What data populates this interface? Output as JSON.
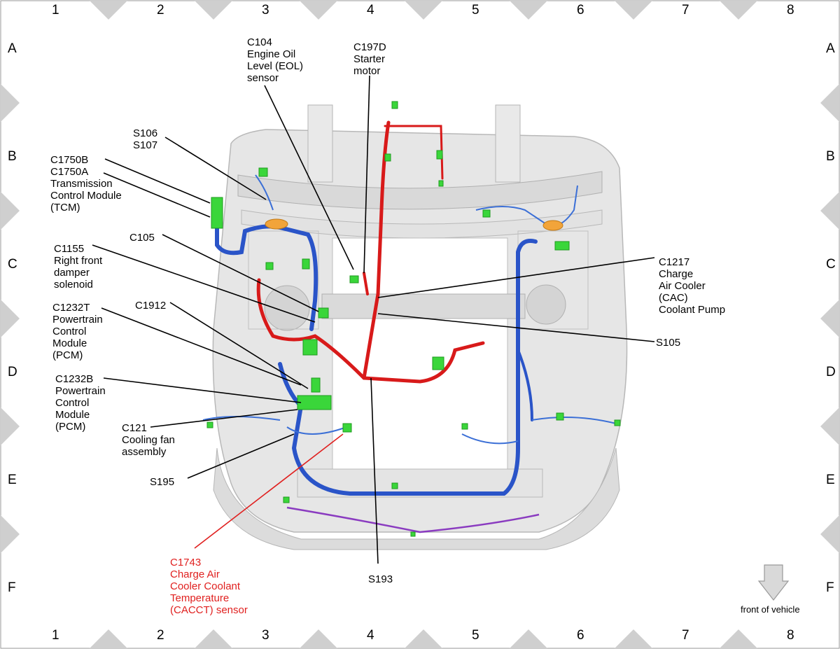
{
  "grid": {
    "columns": [
      "1",
      "2",
      "3",
      "4",
      "5",
      "6",
      "7",
      "8"
    ],
    "rows": [
      "A",
      "B",
      "C",
      "D",
      "E",
      "F"
    ]
  },
  "labels": [
    {
      "id": "c104",
      "text": "C104\nEngine Oil\nLevel (EOL)\nsensor"
    },
    {
      "id": "c197d",
      "text": "C197D\nStarter\nmotor"
    },
    {
      "id": "s106",
      "text": "S106\nS107"
    },
    {
      "id": "c1750",
      "text": "C1750B\nC1750A\nTransmission\nControl Module\n(TCM)"
    },
    {
      "id": "c105",
      "text": "C105"
    },
    {
      "id": "c1155",
      "text": "C1155\nRight front\ndamper\nsolenoid"
    },
    {
      "id": "c1232t",
      "text": "C1232T\nPowertrain\nControl\nModule\n(PCM)"
    },
    {
      "id": "c1912",
      "text": "C1912"
    },
    {
      "id": "c1232b",
      "text": "C1232B\nPowertrain\nControl\nModule\n(PCM)"
    },
    {
      "id": "c121",
      "text": "C121\nCooling fan\nassembly"
    },
    {
      "id": "s195",
      "text": "S195"
    },
    {
      "id": "c1743",
      "text": "C1743\nCharge Air\nCooler Coolant\nTemperature\n(CACCT) sensor"
    },
    {
      "id": "s193",
      "text": "S193"
    },
    {
      "id": "c1217",
      "text": "C1217\nCharge\nAir Cooler\n(CAC)\nCoolant Pump"
    },
    {
      "id": "s105",
      "text": "S105"
    }
  ],
  "front_label": "front of vehicle",
  "colors": {
    "harness_red": "#d81a1a",
    "harness_blue": "#2a54c8",
    "connector_green": "#3ad63a",
    "highlight_label": "#e0201f",
    "frame_gray": "#d8d8d8",
    "purple_wire": "#8a3bc0"
  }
}
